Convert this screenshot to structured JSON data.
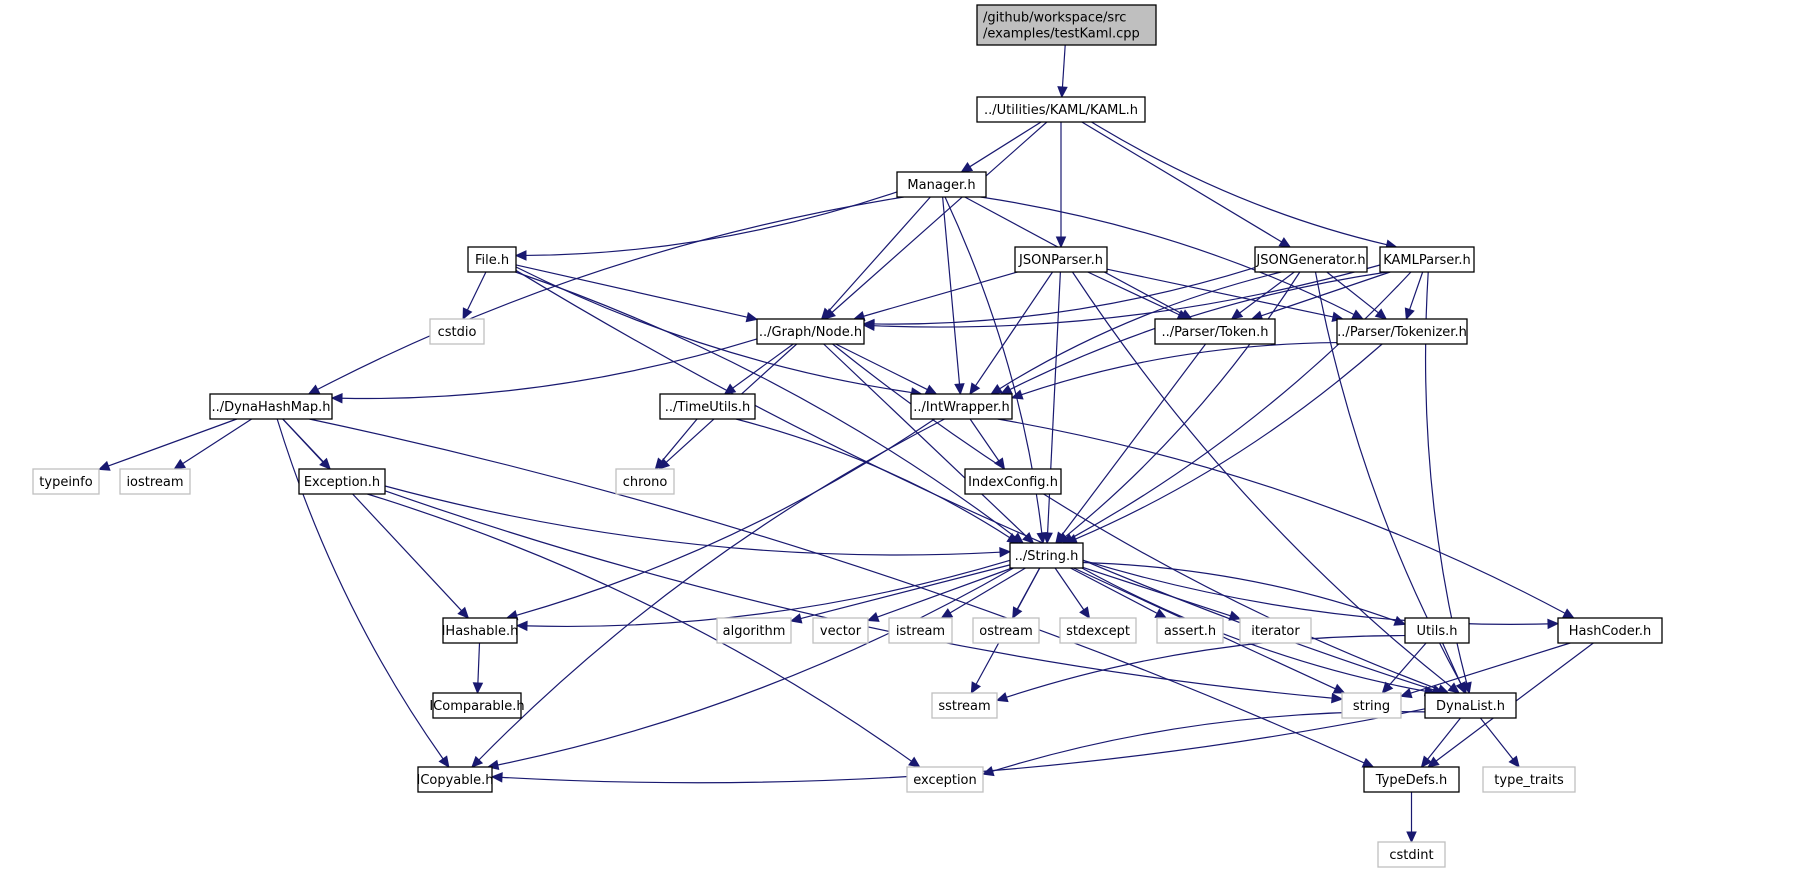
{
  "title": "Include dependency graph for testKaml.cpp",
  "colors": {
    "edge": "#191970",
    "local_border": "#000000",
    "system_border": "#bfbfbf",
    "root_fill": "#bfbfbf"
  },
  "nodes": [
    {
      "id": "root",
      "kind": "root",
      "lines": [
        "/github/workspace/src",
        "/examples/testKaml.cpp"
      ]
    },
    {
      "id": "kaml",
      "kind": "local",
      "lines": [
        "../Utilities/KAML/KAML.h"
      ]
    },
    {
      "id": "manager",
      "kind": "local",
      "lines": [
        "Manager.h"
      ]
    },
    {
      "id": "file",
      "kind": "local",
      "lines": [
        "File.h"
      ]
    },
    {
      "id": "jsonparser",
      "kind": "local",
      "lines": [
        "JSONParser.h"
      ]
    },
    {
      "id": "jsongen",
      "kind": "local",
      "lines": [
        "JSONGenerator.h"
      ]
    },
    {
      "id": "kamlparser",
      "kind": "local",
      "lines": [
        "KAMLParser.h"
      ]
    },
    {
      "id": "cstdio",
      "kind": "system",
      "lines": [
        "cstdio"
      ]
    },
    {
      "id": "node",
      "kind": "local",
      "lines": [
        "../Graph/Node.h"
      ]
    },
    {
      "id": "token",
      "kind": "local",
      "lines": [
        "../Parser/Token.h"
      ]
    },
    {
      "id": "tokenizer",
      "kind": "local",
      "lines": [
        "../Parser/Tokenizer.h"
      ]
    },
    {
      "id": "dynahash",
      "kind": "local",
      "lines": [
        "../DynaHashMap.h"
      ]
    },
    {
      "id": "timeutils",
      "kind": "local",
      "lines": [
        "../TimeUtils.h"
      ]
    },
    {
      "id": "intwrapper",
      "kind": "local",
      "lines": [
        "../IntWrapper.h"
      ]
    },
    {
      "id": "typeinfo",
      "kind": "system",
      "lines": [
        "typeinfo"
      ]
    },
    {
      "id": "iostream",
      "kind": "system",
      "lines": [
        "iostream"
      ]
    },
    {
      "id": "exceptionh",
      "kind": "local",
      "lines": [
        "Exception.h"
      ]
    },
    {
      "id": "chrono",
      "kind": "system",
      "lines": [
        "chrono"
      ]
    },
    {
      "id": "indexconfig",
      "kind": "local",
      "lines": [
        "IndexConfig.h"
      ]
    },
    {
      "id": "string_h",
      "kind": "local",
      "lines": [
        "../String.h"
      ]
    },
    {
      "id": "ihashable",
      "kind": "local",
      "lines": [
        "IHashable.h"
      ]
    },
    {
      "id": "algorithm",
      "kind": "system",
      "lines": [
        "algorithm"
      ]
    },
    {
      "id": "vector",
      "kind": "system",
      "lines": [
        "vector"
      ]
    },
    {
      "id": "istream",
      "kind": "system",
      "lines": [
        "istream"
      ]
    },
    {
      "id": "ostream",
      "kind": "system",
      "lines": [
        "ostream"
      ]
    },
    {
      "id": "stdexcept",
      "kind": "system",
      "lines": [
        "stdexcept"
      ]
    },
    {
      "id": "assert",
      "kind": "system",
      "lines": [
        "assert.h"
      ]
    },
    {
      "id": "iterator",
      "kind": "system",
      "lines": [
        "iterator"
      ]
    },
    {
      "id": "utils",
      "kind": "local",
      "lines": [
        "Utils.h"
      ]
    },
    {
      "id": "hashcoder",
      "kind": "local",
      "lines": [
        "HashCoder.h"
      ]
    },
    {
      "id": "icomparable",
      "kind": "local",
      "lines": [
        "IComparable.h"
      ]
    },
    {
      "id": "sstream",
      "kind": "system",
      "lines": [
        "sstream"
      ]
    },
    {
      "id": "string",
      "kind": "system",
      "lines": [
        "string"
      ]
    },
    {
      "id": "dynalist",
      "kind": "local",
      "lines": [
        "DynaList.h"
      ]
    },
    {
      "id": "icopyable",
      "kind": "local",
      "lines": [
        "ICopyable.h"
      ]
    },
    {
      "id": "exception",
      "kind": "system",
      "lines": [
        "exception"
      ]
    },
    {
      "id": "typedefs",
      "kind": "local",
      "lines": [
        "TypeDefs.h"
      ]
    },
    {
      "id": "type_traits",
      "kind": "system",
      "lines": [
        "type_traits"
      ]
    },
    {
      "id": "cstdint",
      "kind": "system",
      "lines": [
        "cstdint"
      ]
    }
  ],
  "edges": [
    [
      "root",
      "kaml"
    ],
    [
      "kaml",
      "manager"
    ],
    [
      "kaml",
      "node"
    ],
    [
      "kaml",
      "jsonparser"
    ],
    [
      "kaml",
      "jsongen"
    ],
    [
      "kaml",
      "kamlparser"
    ],
    [
      "manager",
      "file"
    ],
    [
      "manager",
      "dynahash"
    ],
    [
      "manager",
      "node"
    ],
    [
      "manager",
      "intwrapper"
    ],
    [
      "manager",
      "string_h"
    ],
    [
      "manager",
      "token"
    ],
    [
      "manager",
      "tokenizer"
    ],
    [
      "file",
      "cstdio"
    ],
    [
      "file",
      "node"
    ],
    [
      "file",
      "intwrapper"
    ],
    [
      "file",
      "string_h"
    ],
    [
      "file",
      "dynalist"
    ],
    [
      "jsonparser",
      "node"
    ],
    [
      "jsonparser",
      "token"
    ],
    [
      "jsonparser",
      "tokenizer"
    ],
    [
      "jsonparser",
      "intwrapper"
    ],
    [
      "jsonparser",
      "string_h"
    ],
    [
      "jsonparser",
      "dynalist"
    ],
    [
      "jsongen",
      "node"
    ],
    [
      "jsongen",
      "token"
    ],
    [
      "jsongen",
      "tokenizer"
    ],
    [
      "jsongen",
      "intwrapper"
    ],
    [
      "jsongen",
      "string_h"
    ],
    [
      "jsongen",
      "dynalist"
    ],
    [
      "kamlparser",
      "node"
    ],
    [
      "kamlparser",
      "token"
    ],
    [
      "kamlparser",
      "tokenizer"
    ],
    [
      "kamlparser",
      "intwrapper"
    ],
    [
      "kamlparser",
      "string_h"
    ],
    [
      "kamlparser",
      "dynalist"
    ],
    [
      "node",
      "dynahash"
    ],
    [
      "node",
      "timeutils"
    ],
    [
      "node",
      "intwrapper"
    ],
    [
      "node",
      "chrono"
    ],
    [
      "node",
      "string_h"
    ],
    [
      "node",
      "dynalist"
    ],
    [
      "token",
      "string_h"
    ],
    [
      "tokenizer",
      "intwrapper"
    ],
    [
      "tokenizer",
      "string_h"
    ],
    [
      "dynahash",
      "typeinfo"
    ],
    [
      "dynahash",
      "iostream"
    ],
    [
      "dynahash",
      "exceptionh"
    ],
    [
      "dynahash",
      "ihashable"
    ],
    [
      "dynahash",
      "icopyable"
    ],
    [
      "dynahash",
      "typedefs"
    ],
    [
      "timeutils",
      "chrono"
    ],
    [
      "timeutils",
      "string_h"
    ],
    [
      "intwrapper",
      "indexconfig"
    ],
    [
      "intwrapper",
      "ihashable"
    ],
    [
      "intwrapper",
      "icopyable"
    ],
    [
      "intwrapper",
      "hashcoder"
    ],
    [
      "exceptionh",
      "string_h"
    ],
    [
      "exceptionh",
      "exception"
    ],
    [
      "exceptionh",
      "string"
    ],
    [
      "string_h",
      "ihashable"
    ],
    [
      "string_h",
      "algorithm"
    ],
    [
      "string_h",
      "vector"
    ],
    [
      "string_h",
      "istream"
    ],
    [
      "string_h",
      "ostream"
    ],
    [
      "string_h",
      "stdexcept"
    ],
    [
      "string_h",
      "assert"
    ],
    [
      "string_h",
      "iterator"
    ],
    [
      "string_h",
      "utils"
    ],
    [
      "string_h",
      "hashcoder"
    ],
    [
      "string_h",
      "sstream"
    ],
    [
      "string_h",
      "string"
    ],
    [
      "string_h",
      "icopyable"
    ],
    [
      "string_h",
      "dynalist"
    ],
    [
      "ihashable",
      "icomparable"
    ],
    [
      "utils",
      "string"
    ],
    [
      "utils",
      "dynalist"
    ],
    [
      "utils",
      "sstream"
    ],
    [
      "hashcoder",
      "string"
    ],
    [
      "hashcoder",
      "typedefs"
    ],
    [
      "dynalist",
      "icopyable"
    ],
    [
      "dynalist",
      "exception"
    ],
    [
      "dynalist",
      "typedefs"
    ],
    [
      "dynalist",
      "type_traits"
    ],
    [
      "typedefs",
      "cstdint"
    ]
  ]
}
